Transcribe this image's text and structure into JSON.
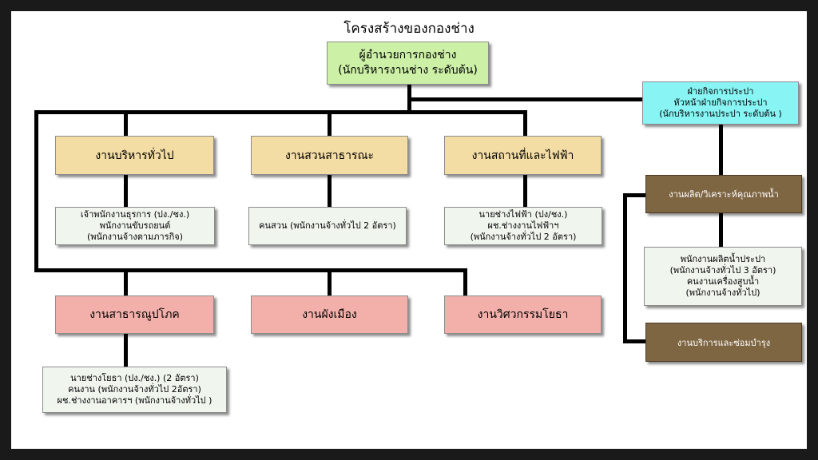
{
  "title": "โครงสร้างของกองช่าง",
  "director": {
    "line1": "ผู้อำนวยการกองช่าง",
    "line2": "(นักบริหารงานช่าง  ระดับต้น)"
  },
  "water_dept": {
    "line1": "ฝ่ายกิจการประปา",
    "line2": "หัวหน้าฝ่ายกิจการประปา",
    "line3": "(นักบริหารงานประปา  ระดับต้น )"
  },
  "units_top": [
    {
      "name": "งานบริหารทั่วไป",
      "staff": [
        "เจ้าพนักงานธุรการ (ปง./ชง.)",
        "พนักงานขับรถยนต์",
        "(พนักงานจ้างตามภารกิจ)"
      ]
    },
    {
      "name": "งานสวนสาธารณะ",
      "staff": [
        "คนสวน (พนักงานจ้างทั่วไป 2 อัตรา)"
      ]
    },
    {
      "name": "งานสถานที่และไฟฟ้า",
      "staff": [
        "นายช่างไฟฟ้า (ปง/ชง.)",
        "ผช.ช่างงานไฟฟ้าฯ",
        "(พนักงานจ้างทั่วไป 2 อัตรา)"
      ]
    }
  ],
  "units_bottom": [
    {
      "name": "งานสาธารณูปโภค",
      "staff": [
        "นายช่างโยธา (ปง./ชง.) (2 อัตรา)",
        "คนงาน (พนักงานจ้างทั่วไป 2อัตรา)",
        "ผช.ช่างงานอาคารฯ (พนักงานจ้างทั่วไป )"
      ]
    },
    {
      "name": "งานผังเมือง"
    },
    {
      "name": "งานวิศวกรรมโยธา"
    }
  ],
  "water_units": [
    {
      "name": "งานผลิต/วิเคราะห์คุณภาพน้ำ",
      "staff": [
        "พนักงานผลิตน้ำประปา",
        "(พนักงานจ้างทั่วไป 3 อัตรา)",
        "คนงานเครื่องสูบน้ำ",
        "(พนักงานจ้างทั่วไป)"
      ]
    },
    {
      "name": "งานบริการและซ่อมบำรุง"
    }
  ]
}
